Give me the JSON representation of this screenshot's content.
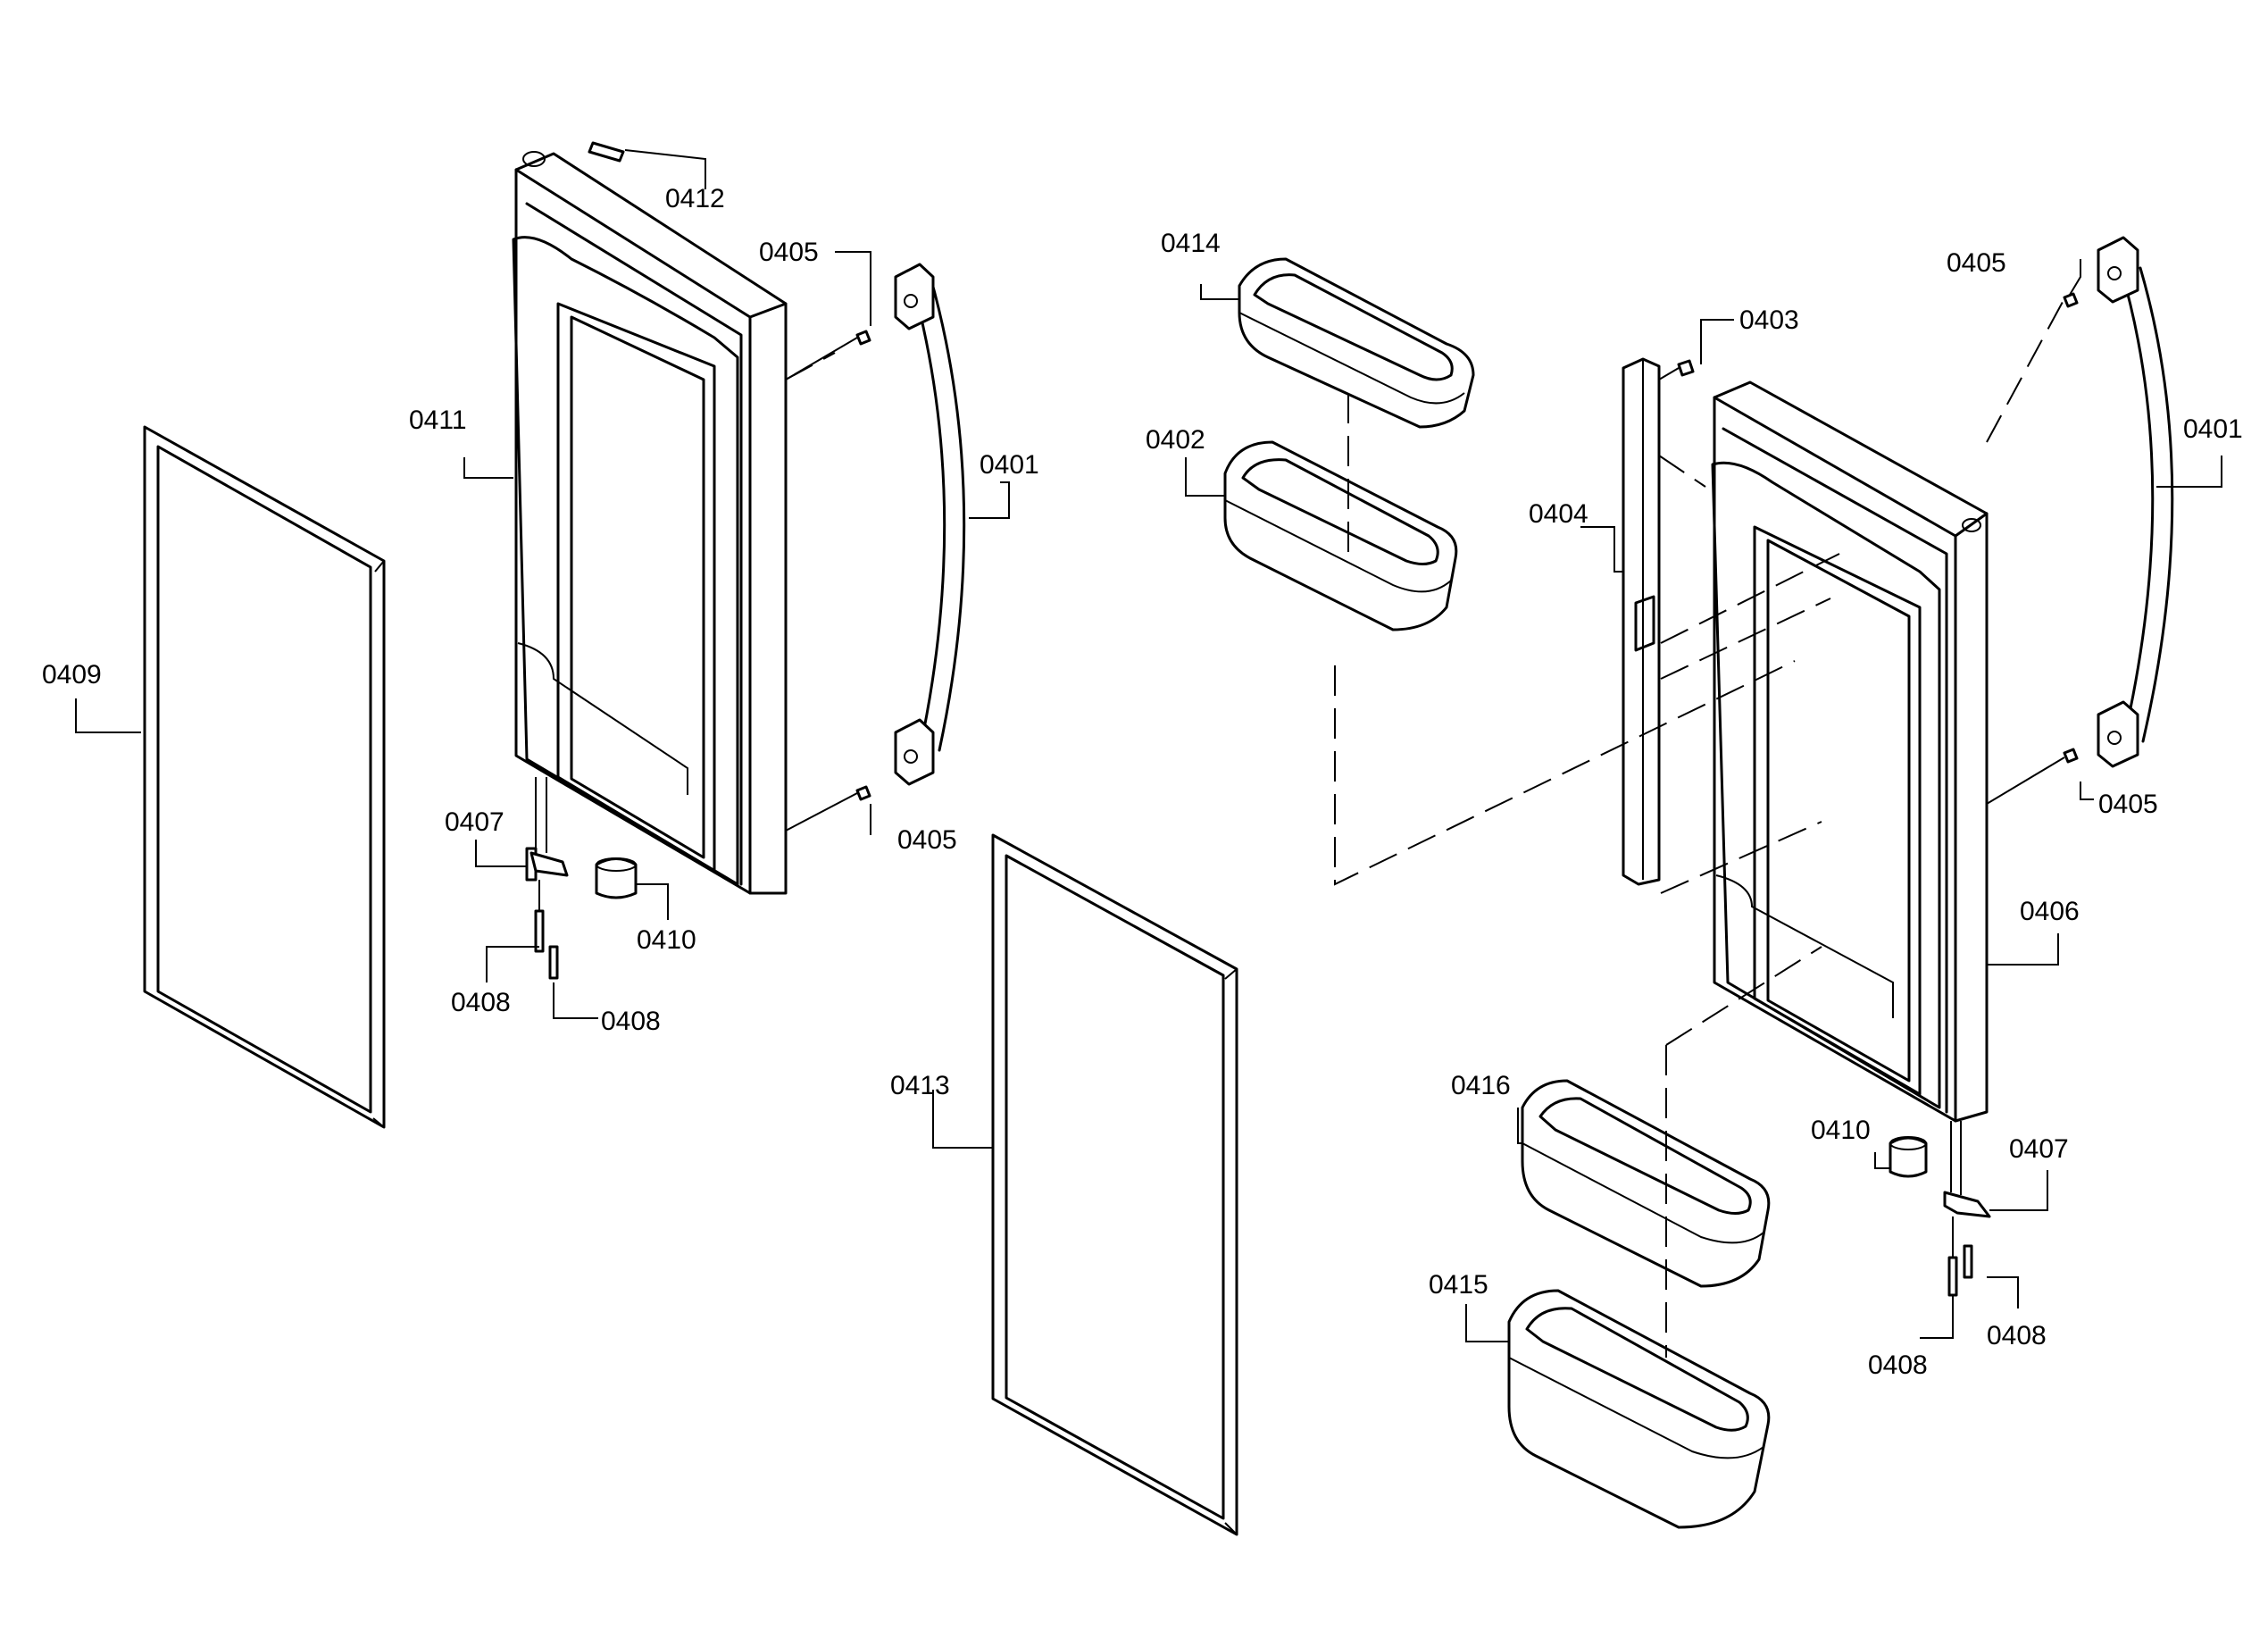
{
  "parts": [
    {
      "id": "c0412",
      "label": "0412"
    },
    {
      "id": "c0405a",
      "label": "0405"
    },
    {
      "id": "c0411",
      "label": "0411"
    },
    {
      "id": "c0401a",
      "label": "0401"
    },
    {
      "id": "c0409",
      "label": "0409"
    },
    {
      "id": "c0405b",
      "label": "0405"
    },
    {
      "id": "c0407a",
      "label": "0407"
    },
    {
      "id": "c0410a",
      "label": "0410"
    },
    {
      "id": "c0408a",
      "label": "0408"
    },
    {
      "id": "c0408b",
      "label": "0408"
    },
    {
      "id": "c0413",
      "label": "0413"
    },
    {
      "id": "c0414",
      "label": "0414"
    },
    {
      "id": "c0402",
      "label": "0402"
    },
    {
      "id": "c0403",
      "label": "0403"
    },
    {
      "id": "c0404",
      "label": "0404"
    },
    {
      "id": "c0405c",
      "label": "0405"
    },
    {
      "id": "c0401b",
      "label": "0401"
    },
    {
      "id": "c0405d",
      "label": "0405"
    },
    {
      "id": "c0406",
      "label": "0406"
    },
    {
      "id": "c0416",
      "label": "0416"
    },
    {
      "id": "c0410b",
      "label": "0410"
    },
    {
      "id": "c0407b",
      "label": "0407"
    },
    {
      "id": "c0415",
      "label": "0415"
    },
    {
      "id": "c0408c",
      "label": "0408"
    },
    {
      "id": "c0408d",
      "label": "0408"
    }
  ]
}
